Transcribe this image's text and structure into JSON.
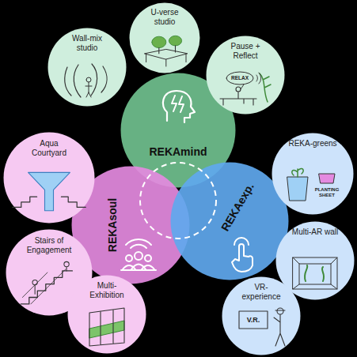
{
  "diagram": {
    "nodes": [
      {
        "text": [
          "REKAmind"
        ]
      },
      {
        "text": [
          "REKAsoul"
        ]
      },
      {
        "text": [
          "REKAexp."
        ]
      },
      {
        "text": [
          "Wall-mix studio"
        ]
      },
      {
        "text": [
          "U-verse studio"
        ]
      },
      {
        "text": [
          "Pause + Reflect",
          "RELAX"
        ]
      },
      {
        "text": [
          "Aqua Courtyard"
        ]
      },
      {
        "text": [
          "Stairs of Engagement"
        ]
      },
      {
        "text": [
          "Multi-Exhibition"
        ]
      },
      {
        "text": [
          "REKA-greens",
          "PLANTING SHEET"
        ]
      },
      {
        "text": [
          "Multi-AR wall"
        ]
      },
      {
        "text": [
          "VR-experience",
          "V.R."
        ]
      }
    ]
  }
}
